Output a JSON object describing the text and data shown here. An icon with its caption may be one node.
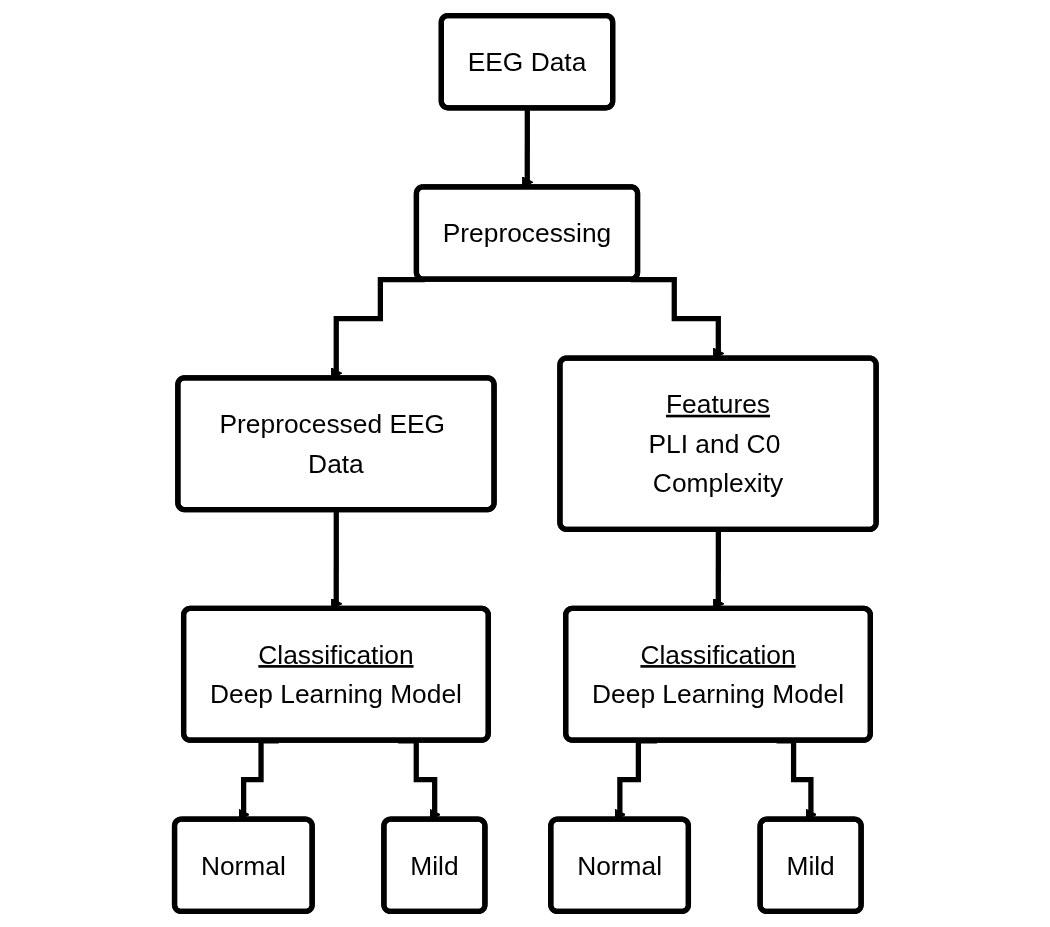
{
  "diagram": {
    "nodes": [
      {
        "text": [
          "EEG Data"
        ]
      },
      {
        "text": [
          "Preprocessing"
        ]
      },
      {
        "text": [
          "Preprocessed EEG Data"
        ]
      },
      {
        "text": [
          "Features",
          "PLI and C0 Complexity"
        ]
      },
      {
        "text": [
          "Classification",
          "Deep Learning Model"
        ]
      },
      {
        "text": [
          "Classification",
          "Deep Learning Model"
        ]
      },
      {
        "text": [
          "Normal"
        ]
      },
      {
        "text": [
          "Mild"
        ]
      },
      {
        "text": [
          "Normal"
        ]
      },
      {
        "text": [
          "Mild"
        ]
      }
    ],
    "edges": [
      {
        "from": 0,
        "to": 1,
        "arrow": "to"
      },
      {
        "from": 1,
        "to": 2,
        "arrow": "to"
      },
      {
        "from": 1,
        "to": 3,
        "arrow": "to"
      },
      {
        "from": 2,
        "to": 4,
        "arrow": "to"
      },
      {
        "from": 3,
        "to": 5,
        "arrow": "to"
      },
      {
        "from": 4,
        "to": 6,
        "arrow": "to"
      },
      {
        "from": 4,
        "to": 7,
        "arrow": "to"
      },
      {
        "from": 5,
        "to": 8,
        "arrow": "to"
      },
      {
        "from": 5,
        "to": 9,
        "arrow": "to"
      }
    ]
  }
}
